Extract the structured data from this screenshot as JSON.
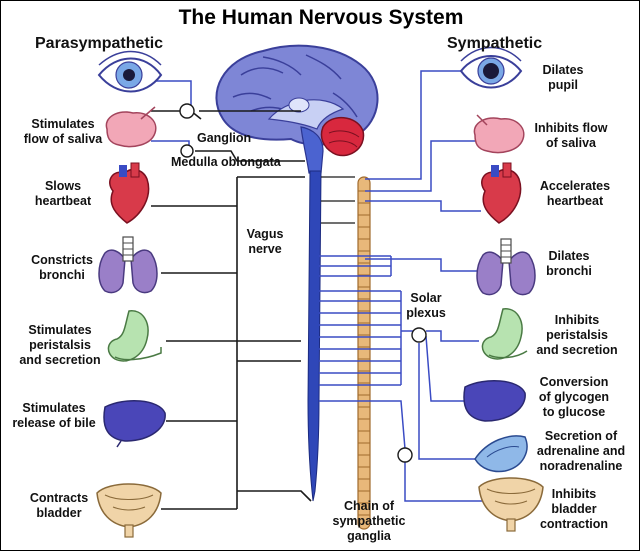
{
  "title": "The Human Nervous System",
  "parasympathetic": {
    "heading": "Parasympathetic",
    "items": [
      {
        "label": "Stimulates\nflow of saliva"
      },
      {
        "label": "Slows\nheartbeat"
      },
      {
        "label": "Constricts\nbronchi"
      },
      {
        "label": "Stimulates\nperistalsis\nand secretion"
      },
      {
        "label": "Stimulates\nrelease of bile"
      },
      {
        "label": "Contracts\nbladder"
      }
    ]
  },
  "sympathetic": {
    "heading": "Sympathetic",
    "items": [
      {
        "label": "Dilates\npupil"
      },
      {
        "label": "Inhibits flow\nof saliva"
      },
      {
        "label": "Accelerates\nheartbeat"
      },
      {
        "label": "Dilates\nbronchi"
      },
      {
        "label": "Inhibits\nperistalsis\nand secretion"
      },
      {
        "label": "Conversion\nof glycogen\nto glucose"
      },
      {
        "label": "Secretion of\nadrenaline and\nnoradrenaline"
      },
      {
        "label": "Inhibits\nbladder\ncontraction"
      }
    ]
  },
  "structures": {
    "ganglion": "Ganglion",
    "medulla": "Medulla oblongata",
    "vagus": "Vagus\nnerve",
    "solar_plexus": "Solar\nplexus",
    "chain": "Chain of\nsympathetic\nganglia"
  },
  "colors": {
    "nerve_blue": "#3a4bc4",
    "spine_blue": "#2f47b8",
    "chain_tan": "#e8b87a",
    "organ_red": "#d83a4a",
    "lung_purple": "#9a7fc8",
    "stomach_green": "#b7e3b0",
    "liver_blue": "#4a46b8"
  }
}
